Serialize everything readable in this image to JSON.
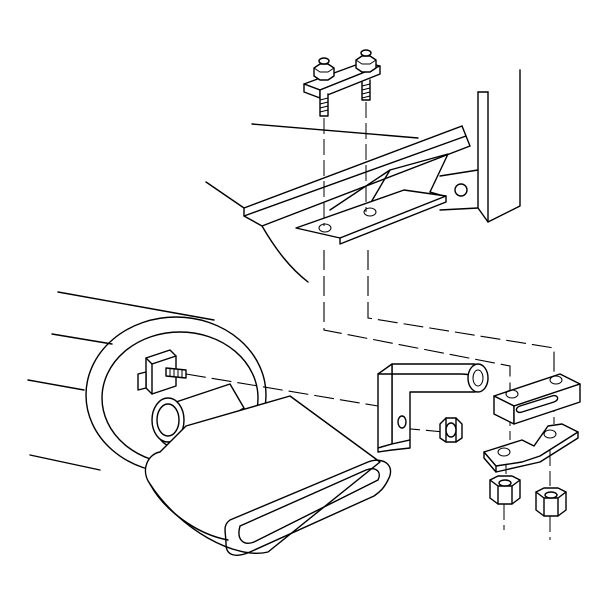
{
  "figure": {
    "kind": "exploded exhaust tailpipe hanger assembly illustration",
    "callouts": []
  },
  "parts": [
    {
      "id": "upper-clamp-bracket-with-bolts",
      "icon": "clamp-bracket-icon"
    },
    {
      "id": "frame-rail",
      "icon": "frame-rail-icon"
    },
    {
      "id": "frame-crossmember",
      "icon": "crossmember-icon"
    },
    {
      "id": "muffler",
      "icon": "muffler-icon"
    },
    {
      "id": "tailpipe-tip",
      "icon": "tailpipe-tip-icon"
    },
    {
      "id": "muffler-hanger-bracket",
      "icon": "hanger-bracket-icon"
    },
    {
      "id": "hanger-nut",
      "icon": "hex-nut-icon"
    },
    {
      "id": "insulator-block",
      "icon": "insulator-icon"
    },
    {
      "id": "lower-clamp-plate",
      "icon": "clamp-plate-icon"
    },
    {
      "id": "lower-nut-left",
      "icon": "hex-nut-icon"
    },
    {
      "id": "lower-nut-right",
      "icon": "hex-nut-icon"
    }
  ]
}
